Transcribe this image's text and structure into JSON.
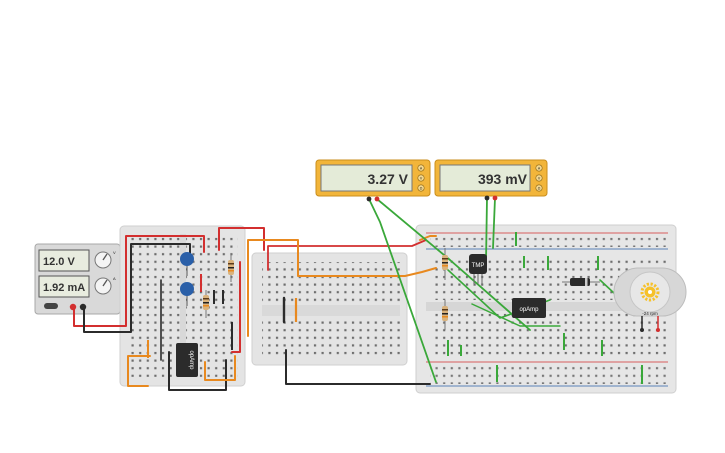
{
  "power_supply": {
    "voltage": "12.0 V",
    "current": "1.92 mA",
    "knob_labels": [
      "V",
      "A"
    ]
  },
  "multimeters": [
    {
      "reading": "3.27 V",
      "buttons": [
        "A",
        "V",
        "Ω"
      ]
    },
    {
      "reading": "393 mV",
      "buttons": [
        "A",
        "V",
        "Ω"
      ]
    }
  ],
  "chips": {
    "opamp_left": "opAmp",
    "opamp_right": "opAmp",
    "tmp_sensor": "TMP"
  },
  "motor": {
    "speed": "-24 rpm"
  },
  "colors": {
    "wire_red": "#d32f2f",
    "wire_black": "#2b2b2b",
    "wire_orange": "#e8891f",
    "wire_green": "#3aa83a",
    "meter_body": "#f2b53a",
    "lcd": "#e4ebd8",
    "breadboard": "#e6e6e6",
    "capacitor": "#2a5fa8",
    "motor_gear": "#f6c12a"
  },
  "icons": [
    "gear-icon",
    "multimeter-knob-icon",
    "power-knob-icon"
  ]
}
